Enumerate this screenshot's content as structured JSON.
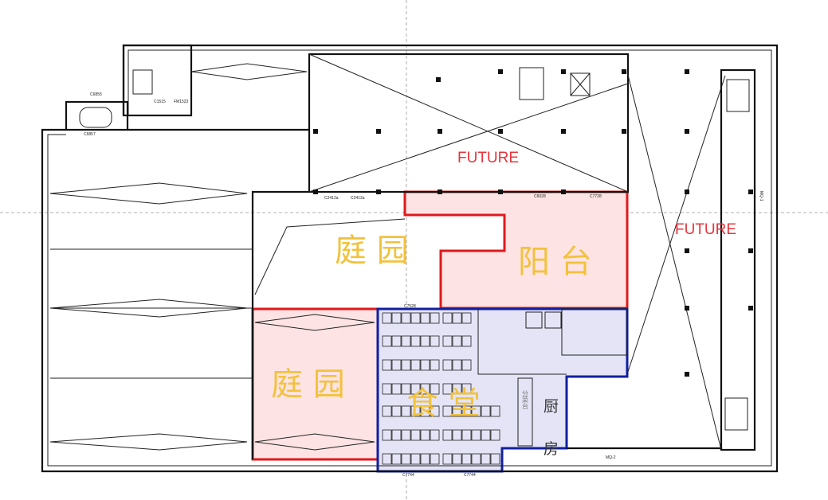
{
  "plan": {
    "zones": {
      "future_top": "FUTURE",
      "future_right": "FUTURE",
      "garden_upper": "庭 园",
      "garden_lower": "庭 园",
      "balcony": "阳 台",
      "canteen": "食 堂",
      "kitchen": "厨 房",
      "serving_counter": "分菜台"
    },
    "tags": {
      "c6855": "C6855",
      "c6857": "C6857",
      "c1515": "C1515",
      "fm1523": "FM1523",
      "c2412a_1": "C2412a",
      "c2412a_2": "C2412a",
      "c6028": "C6028",
      "c7728": "C7728",
      "c7528": "C7528",
      "c7744_1": "C7744",
      "c7744_2": "C7744",
      "mq2": "MQ-2",
      "mq1": "MQ-1"
    },
    "colors": {
      "future_text": "#e8343a",
      "zone_text": "#f2c23c",
      "red_zone_fill": "#fde3e3",
      "red_zone_stroke": "#e0191c",
      "blue_zone_fill": "#e4e4f6",
      "blue_zone_stroke": "#1020a0"
    }
  }
}
